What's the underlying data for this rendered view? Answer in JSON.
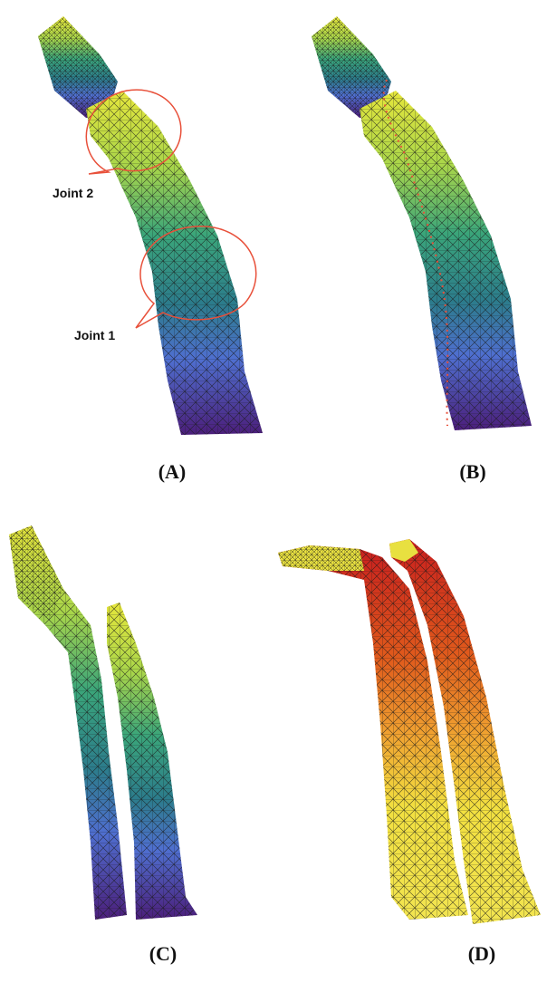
{
  "panels": [
    {
      "label": "(A)"
    },
    {
      "label": "(B)"
    },
    {
      "label": "(C)"
    },
    {
      "label": "(D)"
    }
  ],
  "annotations": {
    "joint2": "Joint 2",
    "joint1": "Joint 1"
  },
  "colors": {
    "viridis_top": "#e6e63c",
    "viridis_mid": "#2e8c8c",
    "viridis_low": "#4a6bc9",
    "viridis_bottom": "#4b1e7a",
    "hot_top": "#c81e1e",
    "hot_mid": "#f08a1e",
    "hot_bottom": "#f2e040",
    "callout": "#e8503a",
    "mesh_line": "#1a1a1a"
  }
}
